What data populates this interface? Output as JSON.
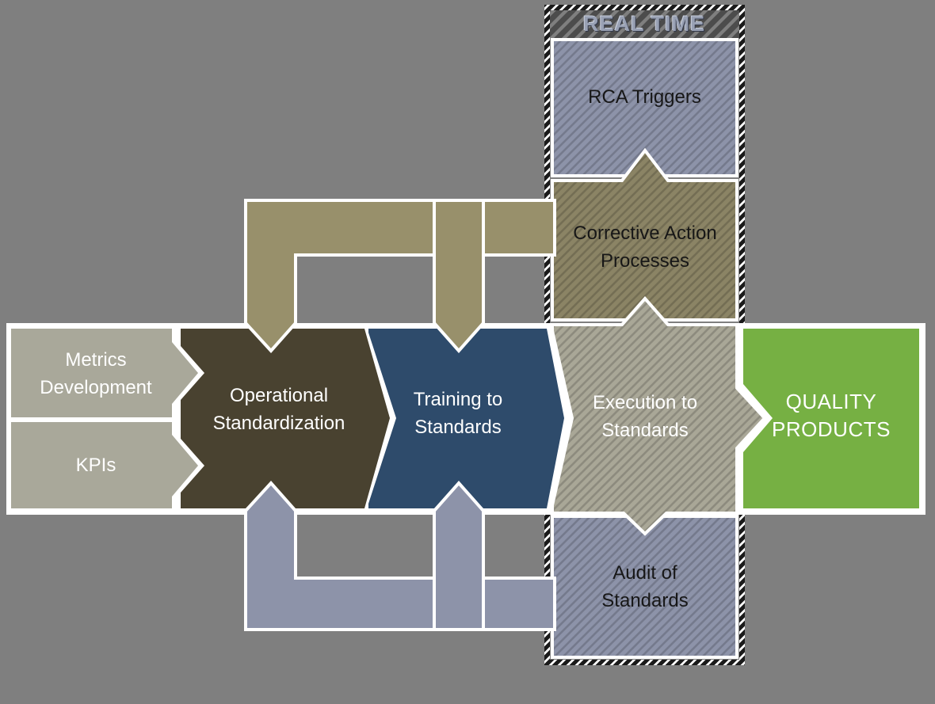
{
  "real_time_panel": {
    "title": "REAL TIME"
  },
  "nodes": {
    "rca": {
      "label": "RCA Triggers"
    },
    "corrective": {
      "label": "Corrective Action Processes"
    },
    "execution": {
      "label": "Execution to Standards"
    },
    "audit": {
      "label": "Audit of Standards"
    },
    "metrics": {
      "label": "Metrics Development"
    },
    "kpis": {
      "label": "KPIs"
    },
    "operational": {
      "label": "Operational Standardization"
    },
    "training": {
      "label": "Training to Standards"
    },
    "quality": {
      "label": "QUALITY PRODUCTS"
    }
  },
  "colors": {
    "background": "#7f7f7f",
    "band": "#ffffff",
    "metrics_fill": "#a9a89a",
    "kpis_fill": "#a9a89a",
    "operational_fill": "#494230",
    "training_fill": "#2e4b6b",
    "execution_fill": "#a9a797",
    "quality_fill": "#76b043",
    "rca_fill": "#8d93a9",
    "corrective_fill": "#8b8465",
    "audit_fill": "#8d93a9",
    "top_feedback_arrow": "#98906b",
    "bottom_feedback_arrow": "#8d93a9",
    "real_time_text": "#99a1b4"
  }
}
